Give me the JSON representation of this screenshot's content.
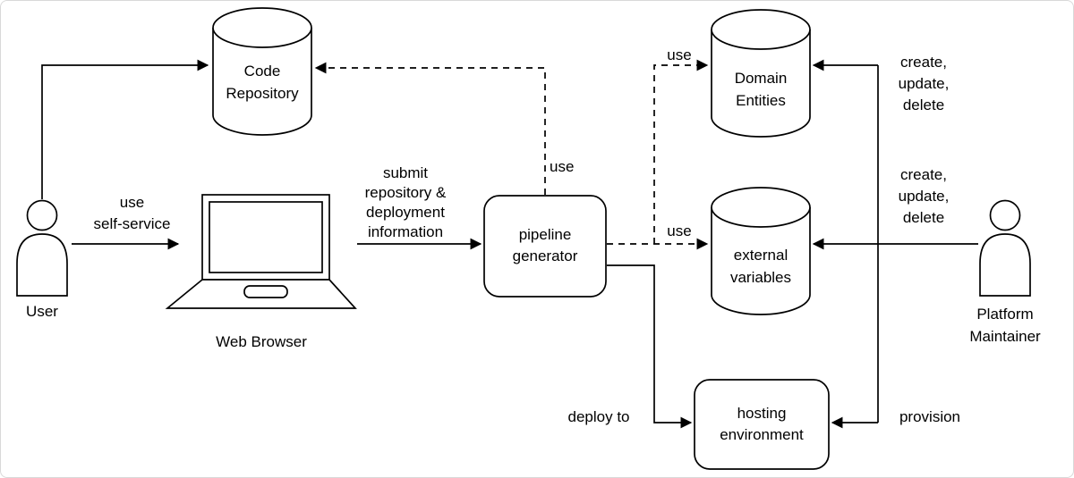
{
  "colors": {
    "background": "#ffffff",
    "stroke": "#000000"
  },
  "nodes": {
    "user": {
      "label": "User",
      "shape": "actor"
    },
    "web_browser": {
      "label": "Web Browser",
      "shape": "laptop"
    },
    "code_repository": {
      "label": [
        "Code",
        "Repository"
      ],
      "shape": "database"
    },
    "pipeline_generator": {
      "label": [
        "pipeline",
        "generator"
      ],
      "shape": "rounded-rect"
    },
    "domain_entities": {
      "label": [
        "Domain",
        "Entities"
      ],
      "shape": "database"
    },
    "external_variables": {
      "label": [
        "external",
        "variables"
      ],
      "shape": "database"
    },
    "hosting_environment": {
      "label": [
        "hosting",
        "environment"
      ],
      "shape": "rounded-rect"
    },
    "platform_maintainer": {
      "label": [
        "Platform",
        "Maintainer"
      ],
      "shape": "actor"
    }
  },
  "edges": {
    "user_to_code_repository": {
      "from": "user",
      "to": "code_repository",
      "style": "solid"
    },
    "use_self_service": {
      "label": [
        "use",
        "self-service"
      ],
      "from": "user",
      "to": "web_browser",
      "style": "solid"
    },
    "submit_information": {
      "label": [
        "submit",
        "repository &",
        "deployment",
        "information"
      ],
      "from": "web_browser",
      "to": "pipeline_generator",
      "style": "solid"
    },
    "pg_use_code_repository": {
      "label": "use",
      "from": "pipeline_generator",
      "to": "code_repository",
      "style": "dashed"
    },
    "pg_use_domain_entities": {
      "label": "use",
      "from": "pipeline_generator",
      "to": "domain_entities",
      "style": "dashed"
    },
    "pg_use_external_variables": {
      "label": "use",
      "from": "pipeline_generator",
      "to": "external_variables",
      "style": "dashed"
    },
    "deploy_to": {
      "label": "deploy to",
      "from": "pipeline_generator",
      "to": "hosting_environment",
      "style": "solid"
    },
    "cud_domain_entities": {
      "label": [
        "create,",
        "update,",
        "delete"
      ],
      "from": "platform_maintainer",
      "to": "domain_entities",
      "style": "solid"
    },
    "cud_external_variables": {
      "label": [
        "create,",
        "update,",
        "delete"
      ],
      "from": "platform_maintainer",
      "to": "external_variables",
      "style": "solid"
    },
    "provision": {
      "label": "provision",
      "from": "platform_maintainer",
      "to": "hosting_environment",
      "style": "solid"
    }
  }
}
